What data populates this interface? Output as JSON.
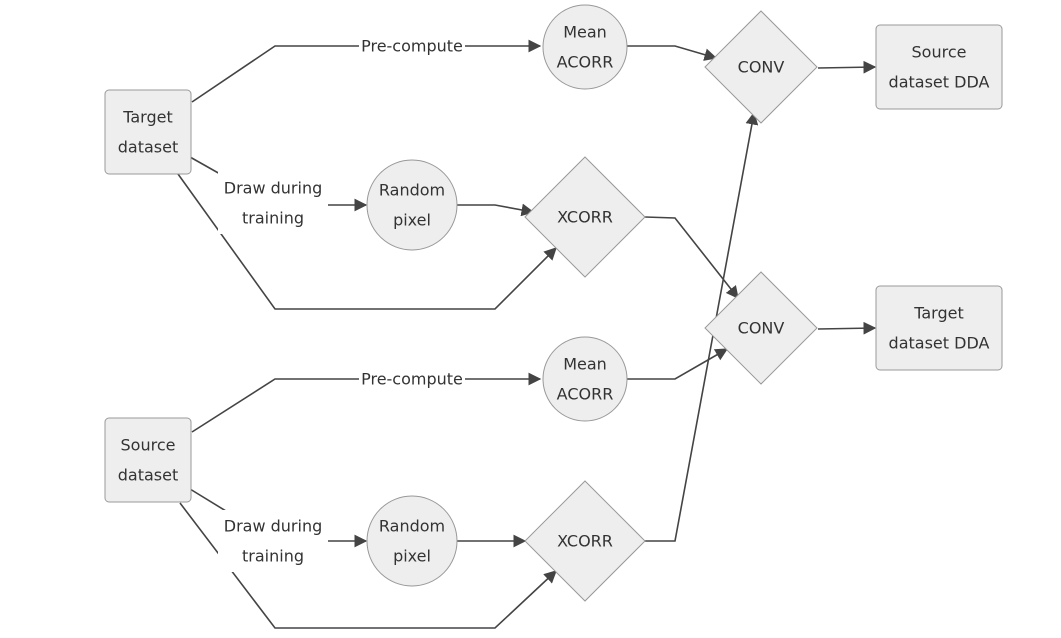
{
  "diagram": {
    "nodes": [
      {
        "id": "target_dataset",
        "label": [
          "Target",
          "dataset"
        ]
      },
      {
        "id": "source_dataset",
        "label": [
          "Source",
          "dataset"
        ]
      },
      {
        "id": "mean_acorr_t",
        "label": [
          "Mean",
          "ACORR"
        ]
      },
      {
        "id": "random_pixel_t",
        "label": [
          "Random",
          "pixel"
        ]
      },
      {
        "id": "xcorr_t",
        "label": [
          "XCORR"
        ]
      },
      {
        "id": "conv_top",
        "label": [
          "CONV"
        ]
      },
      {
        "id": "source_dda",
        "label": [
          "Source",
          "dataset DDA"
        ]
      },
      {
        "id": "mean_acorr_s",
        "label": [
          "Mean",
          "ACORR"
        ]
      },
      {
        "id": "random_pixel_s",
        "label": [
          "Random",
          "pixel"
        ]
      },
      {
        "id": "xcorr_s",
        "label": [
          "XCORR"
        ]
      },
      {
        "id": "conv_bottom",
        "label": [
          "CONV"
        ]
      },
      {
        "id": "target_dda",
        "label": [
          "Target",
          "dataset DDA"
        ]
      }
    ],
    "edges": [
      {
        "id": "e1",
        "from": "target_dataset",
        "to": "mean_acorr_t",
        "label": [
          "Pre-compute"
        ]
      },
      {
        "id": "e2",
        "from": "target_dataset",
        "to": "random_pixel_t",
        "label": [
          "Draw during",
          "training"
        ]
      },
      {
        "id": "e3",
        "from": "target_dataset",
        "to": "xcorr_t",
        "label": []
      },
      {
        "id": "e4",
        "from": "random_pixel_t",
        "to": "xcorr_t",
        "label": []
      },
      {
        "id": "e5",
        "from": "mean_acorr_t",
        "to": "conv_top",
        "label": []
      },
      {
        "id": "e6",
        "from": "xcorr_t",
        "to": "conv_bottom",
        "label": []
      },
      {
        "id": "e7",
        "from": "conv_top",
        "to": "source_dda",
        "label": []
      },
      {
        "id": "e8",
        "from": "source_dataset",
        "to": "mean_acorr_s",
        "label": [
          "Pre-compute"
        ]
      },
      {
        "id": "e9",
        "from": "source_dataset",
        "to": "random_pixel_s",
        "label": [
          "Draw during",
          "training"
        ]
      },
      {
        "id": "e10",
        "from": "source_dataset",
        "to": "xcorr_s",
        "label": []
      },
      {
        "id": "e11",
        "from": "random_pixel_s",
        "to": "xcorr_s",
        "label": []
      },
      {
        "id": "e12",
        "from": "mean_acorr_s",
        "to": "conv_bottom",
        "label": []
      },
      {
        "id": "e13",
        "from": "xcorr_s",
        "to": "conv_top",
        "label": []
      },
      {
        "id": "e14",
        "from": "conv_bottom",
        "to": "target_dda",
        "label": []
      }
    ]
  },
  "colors": {
    "node_fill": "#eeeeee",
    "node_stroke": "#999999",
    "edge": "#444444",
    "text": "#333333"
  }
}
